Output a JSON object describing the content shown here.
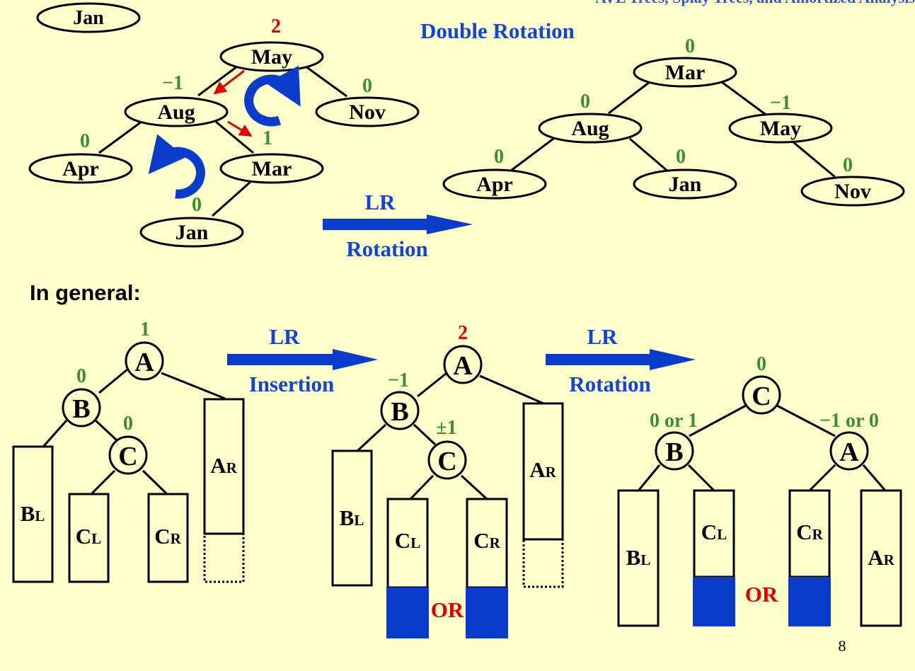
{
  "header": {
    "running_title": "AVL Trees, Splay Trees, and Amortized Analysis",
    "slide_title": "Double Rotation",
    "page_number": "8"
  },
  "top": {
    "inserted_key": "Jan",
    "before": {
      "may": "May",
      "may_bf": "2",
      "aug": "Aug",
      "aug_bf": "−1",
      "nov": "Nov",
      "nov_bf": "0",
      "apr": "Apr",
      "apr_bf": "0",
      "mar": "Mar",
      "mar_bf": "1",
      "jan": "Jan",
      "jan_bf": "0"
    },
    "arrow": {
      "top": "LR",
      "bottom": "Rotation"
    },
    "after": {
      "mar": "Mar",
      "mar_bf": "0",
      "aug": "Aug",
      "aug_bf": "0",
      "may": "May",
      "may_bf": "−1",
      "apr": "Apr",
      "apr_bf": "0",
      "jan": "Jan",
      "jan_bf": "0",
      "nov": "Nov",
      "nov_bf": "0"
    }
  },
  "general": {
    "heading": "In general:",
    "stage1": {
      "a": "A",
      "a_bf": "1",
      "b": "B",
      "b_bf": "0",
      "c": "C",
      "c_bf": "0",
      "bl": "B",
      "bl_sub": "L",
      "cl": "C",
      "cl_sub": "L",
      "cr": "C",
      "cr_sub": "R",
      "ar": "A",
      "ar_sub": "R"
    },
    "arrow1": {
      "top": "LR",
      "bottom": "Insertion"
    },
    "stage2": {
      "a": "A",
      "a_bf": "2",
      "b": "B",
      "b_bf": "−1",
      "c": "C",
      "c_bf": "±1",
      "bl": "B",
      "bl_sub": "L",
      "cl": "C",
      "cl_sub": "L",
      "cr": "C",
      "cr_sub": "R",
      "ar": "A",
      "ar_sub": "R",
      "or": "OR"
    },
    "arrow2": {
      "top": "LR",
      "bottom": "Rotation"
    },
    "stage3": {
      "c": "C",
      "c_bf": "0",
      "b": "B",
      "b_bf": "0 or 1",
      "a": "A",
      "a_bf": "−1 or 0",
      "bl": "B",
      "bl_sub": "L",
      "cl": "C",
      "cl_sub": "L",
      "cr": "C",
      "cr_sub": "R",
      "ar": "A",
      "ar_sub": "R",
      "or": "OR"
    }
  },
  "colors": {
    "background": "#ffffcc",
    "blue": "#0a3ccc",
    "green": "#3b8f2e",
    "red": "#e00000"
  }
}
